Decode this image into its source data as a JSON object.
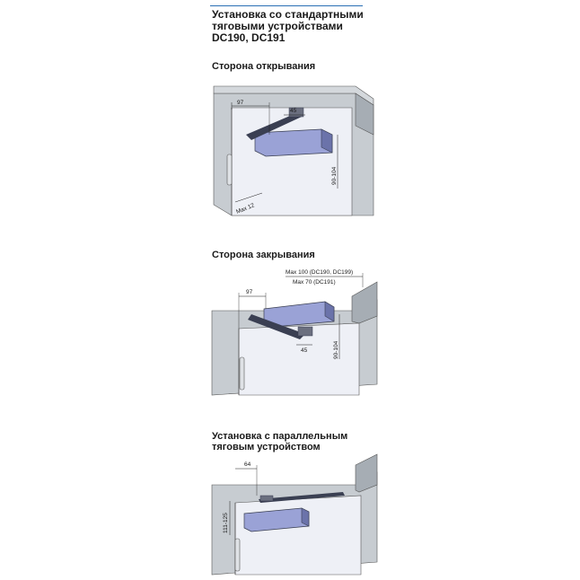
{
  "heading": {
    "line1": "Установка со стандартными",
    "line2": "тяговыми устройствами",
    "line3": "DC190, DC191"
  },
  "sections": [
    {
      "title": "Сторона открывания",
      "dims": {
        "a": "97",
        "b": "45",
        "c": "90-104",
        "d": "Max 12"
      }
    },
    {
      "title": "Сторона закрывания",
      "dims": {
        "a": "97",
        "b": "45",
        "c": "90-104",
        "max1": "Max 100 (DC190, DC199)",
        "max2": "Max 70 (DC191)"
      }
    },
    {
      "title_line1": "Установка с параллельным",
      "title_line2": "тяговым устройством",
      "dims": {
        "a": "64",
        "b": "111-125"
      }
    }
  ],
  "colors": {
    "wall": "#c7ccd1",
    "wall_dark": "#a6adb4",
    "door": "#eef0f6",
    "closer": "#9aa2d6",
    "closer_dark": "#6b73aa",
    "arm": "#3a3f52",
    "accent": "#2a6fb4"
  }
}
